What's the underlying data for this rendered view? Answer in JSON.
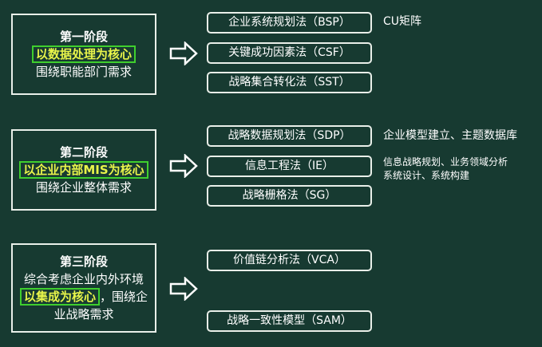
{
  "stages": [
    {
      "title": "第一阶段",
      "highlight": "以数据处理为核心",
      "desc": "围绕职能部门需求"
    },
    {
      "title": "第二阶段",
      "highlight": "以企业内部MIS为核心",
      "desc": "围绕企业整体需求"
    },
    {
      "title": "第三阶段",
      "line1": "综合考虑企业内外环境",
      "highlight": "以集成为核心",
      "line2_suffix": "，围绕企",
      "line3": "业战略需求"
    }
  ],
  "methods": {
    "stage1": [
      "企业系统规划法（BSP）",
      "关键成功因素法（CSF）",
      "战略集合转化法（SST）"
    ],
    "stage2": [
      "战略数据规划法（SDP）",
      "信息工程法（IE）",
      "战略栅格法（SG）"
    ],
    "stage3": [
      "价值链分析法（VCA）",
      "战略一致性模型（SAM）"
    ]
  },
  "notes": {
    "bsp": "CU矩阵",
    "sdp": "企业模型建立、主题数据库",
    "ie_line1": "信息战略规划、业务领域分析",
    "ie_line2": "系统设计、系统构建"
  }
}
